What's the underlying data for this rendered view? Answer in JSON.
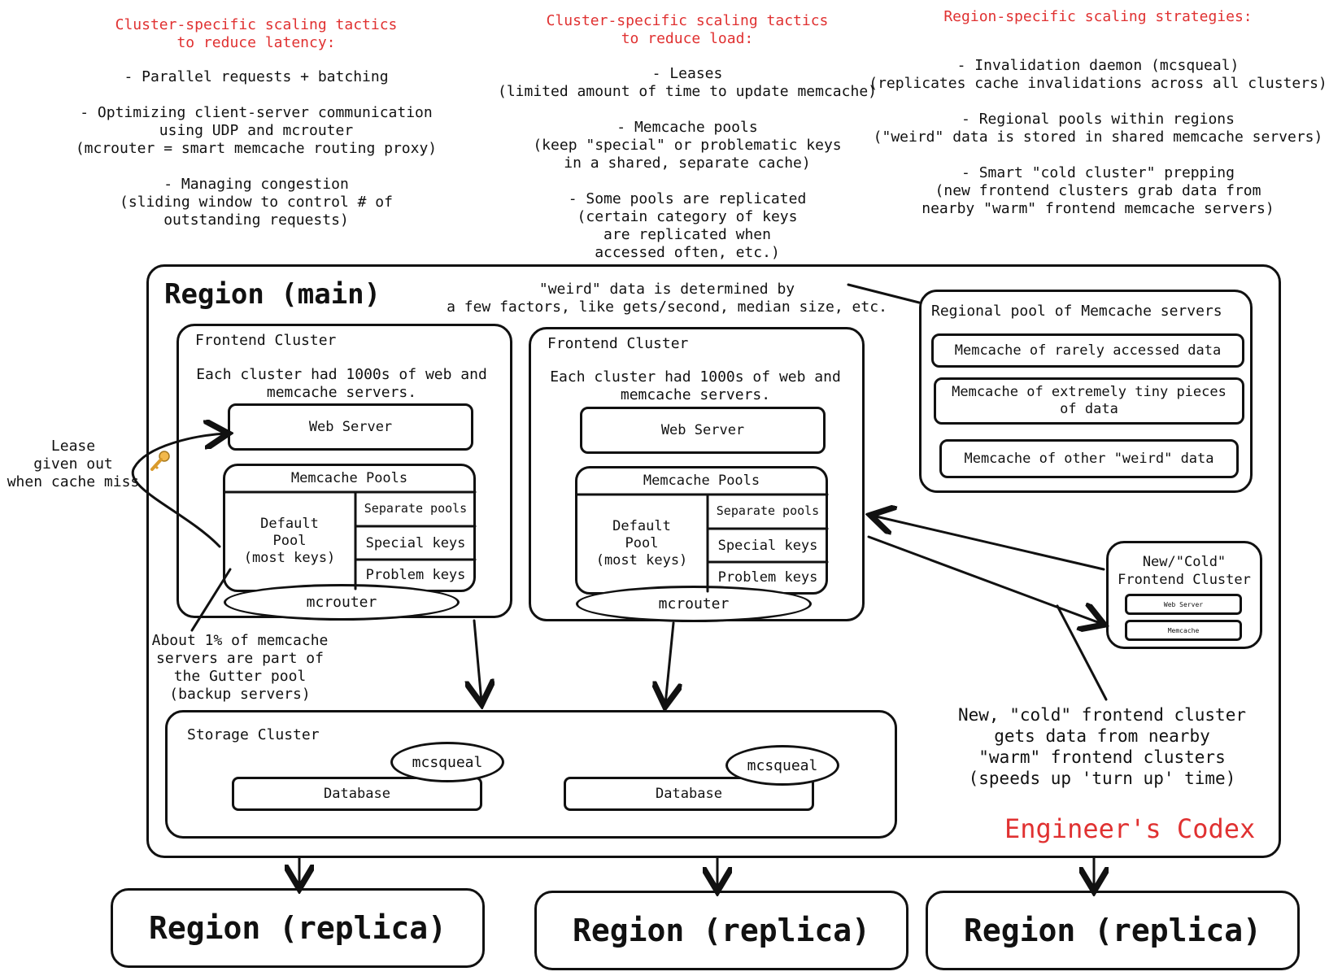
{
  "tactics": {
    "latency": {
      "heading": "Cluster-specific scaling tactics\nto reduce latency:",
      "body": "- Parallel requests + batching\n\n- Optimizing client-server communication\nusing UDP and mcrouter\n(mcrouter = smart memcache routing proxy)\n\n- Managing congestion\n(sliding window to control # of\noutstanding requests)"
    },
    "load": {
      "heading": "Cluster-specific scaling tactics\nto reduce load:",
      "body": "- Leases\n(limited amount of time to update memcache)\n\n- Memcache pools\n(keep \"special\" or problematic keys\nin a shared, separate cache)\n\n- Some pools are replicated\n(certain category of keys\nare replicated when\naccessed often, etc.)"
    },
    "region": {
      "heading": "Region-specific scaling strategies:",
      "body": "- Invalidation daemon (mcsqueal)\n(replicates cache invalidations across all clusters)\n\n- Regional pools within regions\n(\"weird\" data is stored in shared memcache servers)\n\n- Smart \"cold cluster\" prepping\n(new frontend clusters grab data from\nnearby \"warm\" frontend memcache servers)"
    }
  },
  "region_main": {
    "title": "Region (main)",
    "weird_note": "\"weird\" data is determined by\na few factors, like gets/second, median size, etc.",
    "brand": "Engineer's Codex"
  },
  "frontend_clusters": [
    {
      "title": "Frontend Cluster",
      "desc": "Each cluster had 1000s of web and\nmemcache servers.",
      "web_server": "Web Server",
      "pools_title": "Memcache Pools",
      "default_pool": "Default\nPool\n(most keys)",
      "separate": "Separate pools",
      "special": "Special keys",
      "problem": "Problem keys",
      "router": "mcrouter"
    },
    {
      "title": "Frontend Cluster",
      "desc": "Each cluster had 1000s of web and\nmemcache servers.",
      "web_server": "Web Server",
      "pools_title": "Memcache Pools",
      "default_pool": "Default\nPool\n(most keys)",
      "separate": "Separate pools",
      "special": "Special keys",
      "problem": "Problem keys",
      "router": "mcrouter"
    }
  ],
  "lease_note": "Lease\ngiven out\nwhen cache miss",
  "lease_icon": "key-icon",
  "gutter_note": "About 1% of memcache\nservers are part of\nthe Gutter pool\n(backup servers)",
  "regional_pool": {
    "title": "Regional pool of Memcache servers",
    "items": [
      "Memcache of rarely accessed data",
      "Memcache of extremely tiny pieces\nof data",
      "Memcache of other \"weird\" data"
    ]
  },
  "cold_cluster": {
    "title": "New/\"Cold\"\nFrontend Cluster",
    "web": "Web Server",
    "mem": "Memcache"
  },
  "cold_note": "New, \"cold\" frontend cluster\ngets data from nearby\n\"warm\" frontend clusters\n(speeds up 'turn up' time)",
  "storage": {
    "title": "Storage Cluster",
    "dbs": [
      {
        "daemon": "mcsqueal",
        "db": "Database"
      },
      {
        "daemon": "mcsqueal",
        "db": "Database"
      }
    ]
  },
  "replicas": [
    "Region (replica)",
    "Region (replica)",
    "Region (replica)"
  ],
  "colors": {
    "accent": "#e03131",
    "stroke": "#111111",
    "key": "#f2b84b"
  }
}
